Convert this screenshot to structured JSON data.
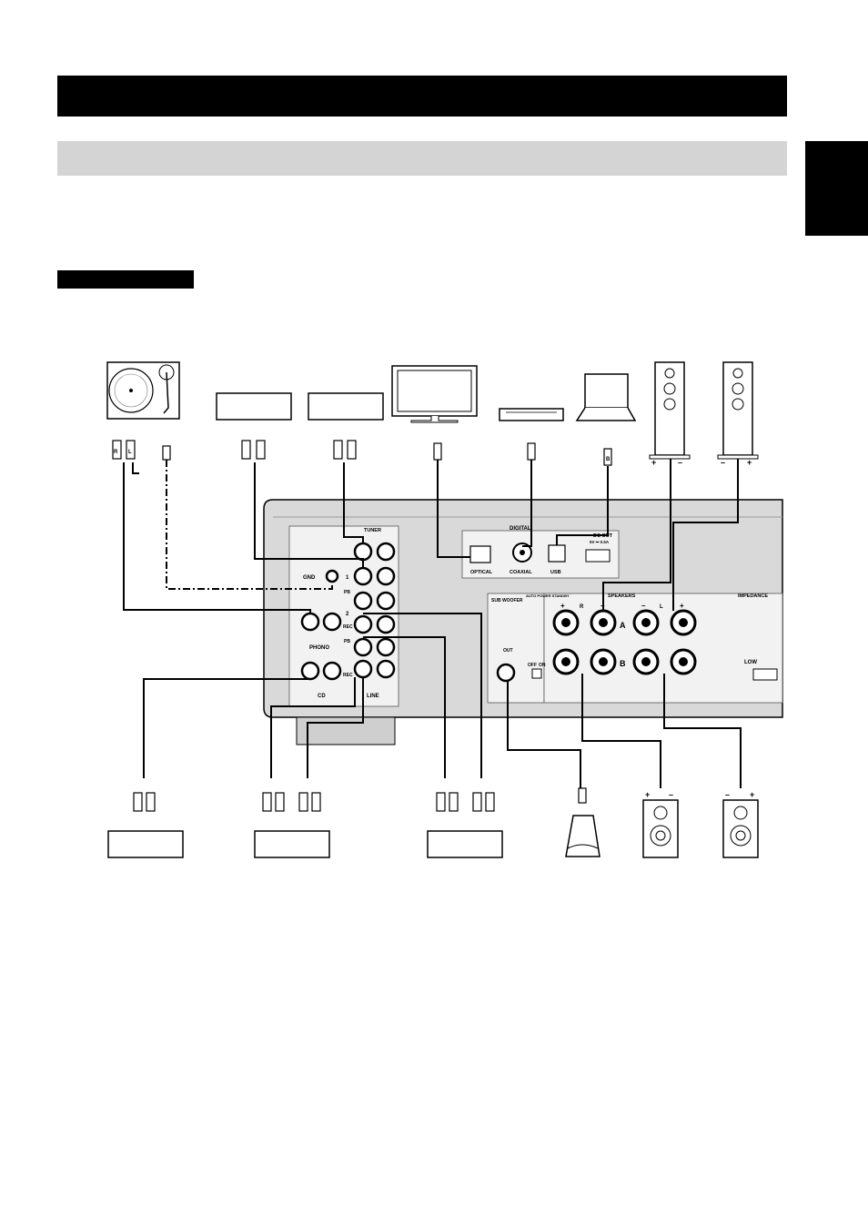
{
  "panel": {
    "tuner": "TUNER",
    "digital": "DIGITAL",
    "dc_out": "DC OUT",
    "dc_out_rating": "5V ⎓ 0.5A",
    "optical": "OPTICAL",
    "coaxial": "COAXIAL",
    "usb": "USB",
    "gnd": "GND",
    "phono": "PHONO",
    "cd": "CD",
    "line": "LINE",
    "line_1": "1",
    "line_2": "2",
    "pb1": "PB",
    "rec1": "REC",
    "pb2": "PB",
    "rec2": "REC",
    "subwoofer": "SUB WOOFER",
    "sub_out": "OUT",
    "auto_power_standby": "AUTO POWER STANDBY",
    "off": "OFF",
    "on": "ON",
    "speakers": "SPEAKERS",
    "speaker_a": "A",
    "speaker_b": "B",
    "impedance": "IMPEDANCE",
    "low": "LOW",
    "plus": "+",
    "minus": "–",
    "r": "R",
    "l": "L"
  },
  "cable_marks": {
    "r": "R",
    "l": "L",
    "b": "B"
  }
}
